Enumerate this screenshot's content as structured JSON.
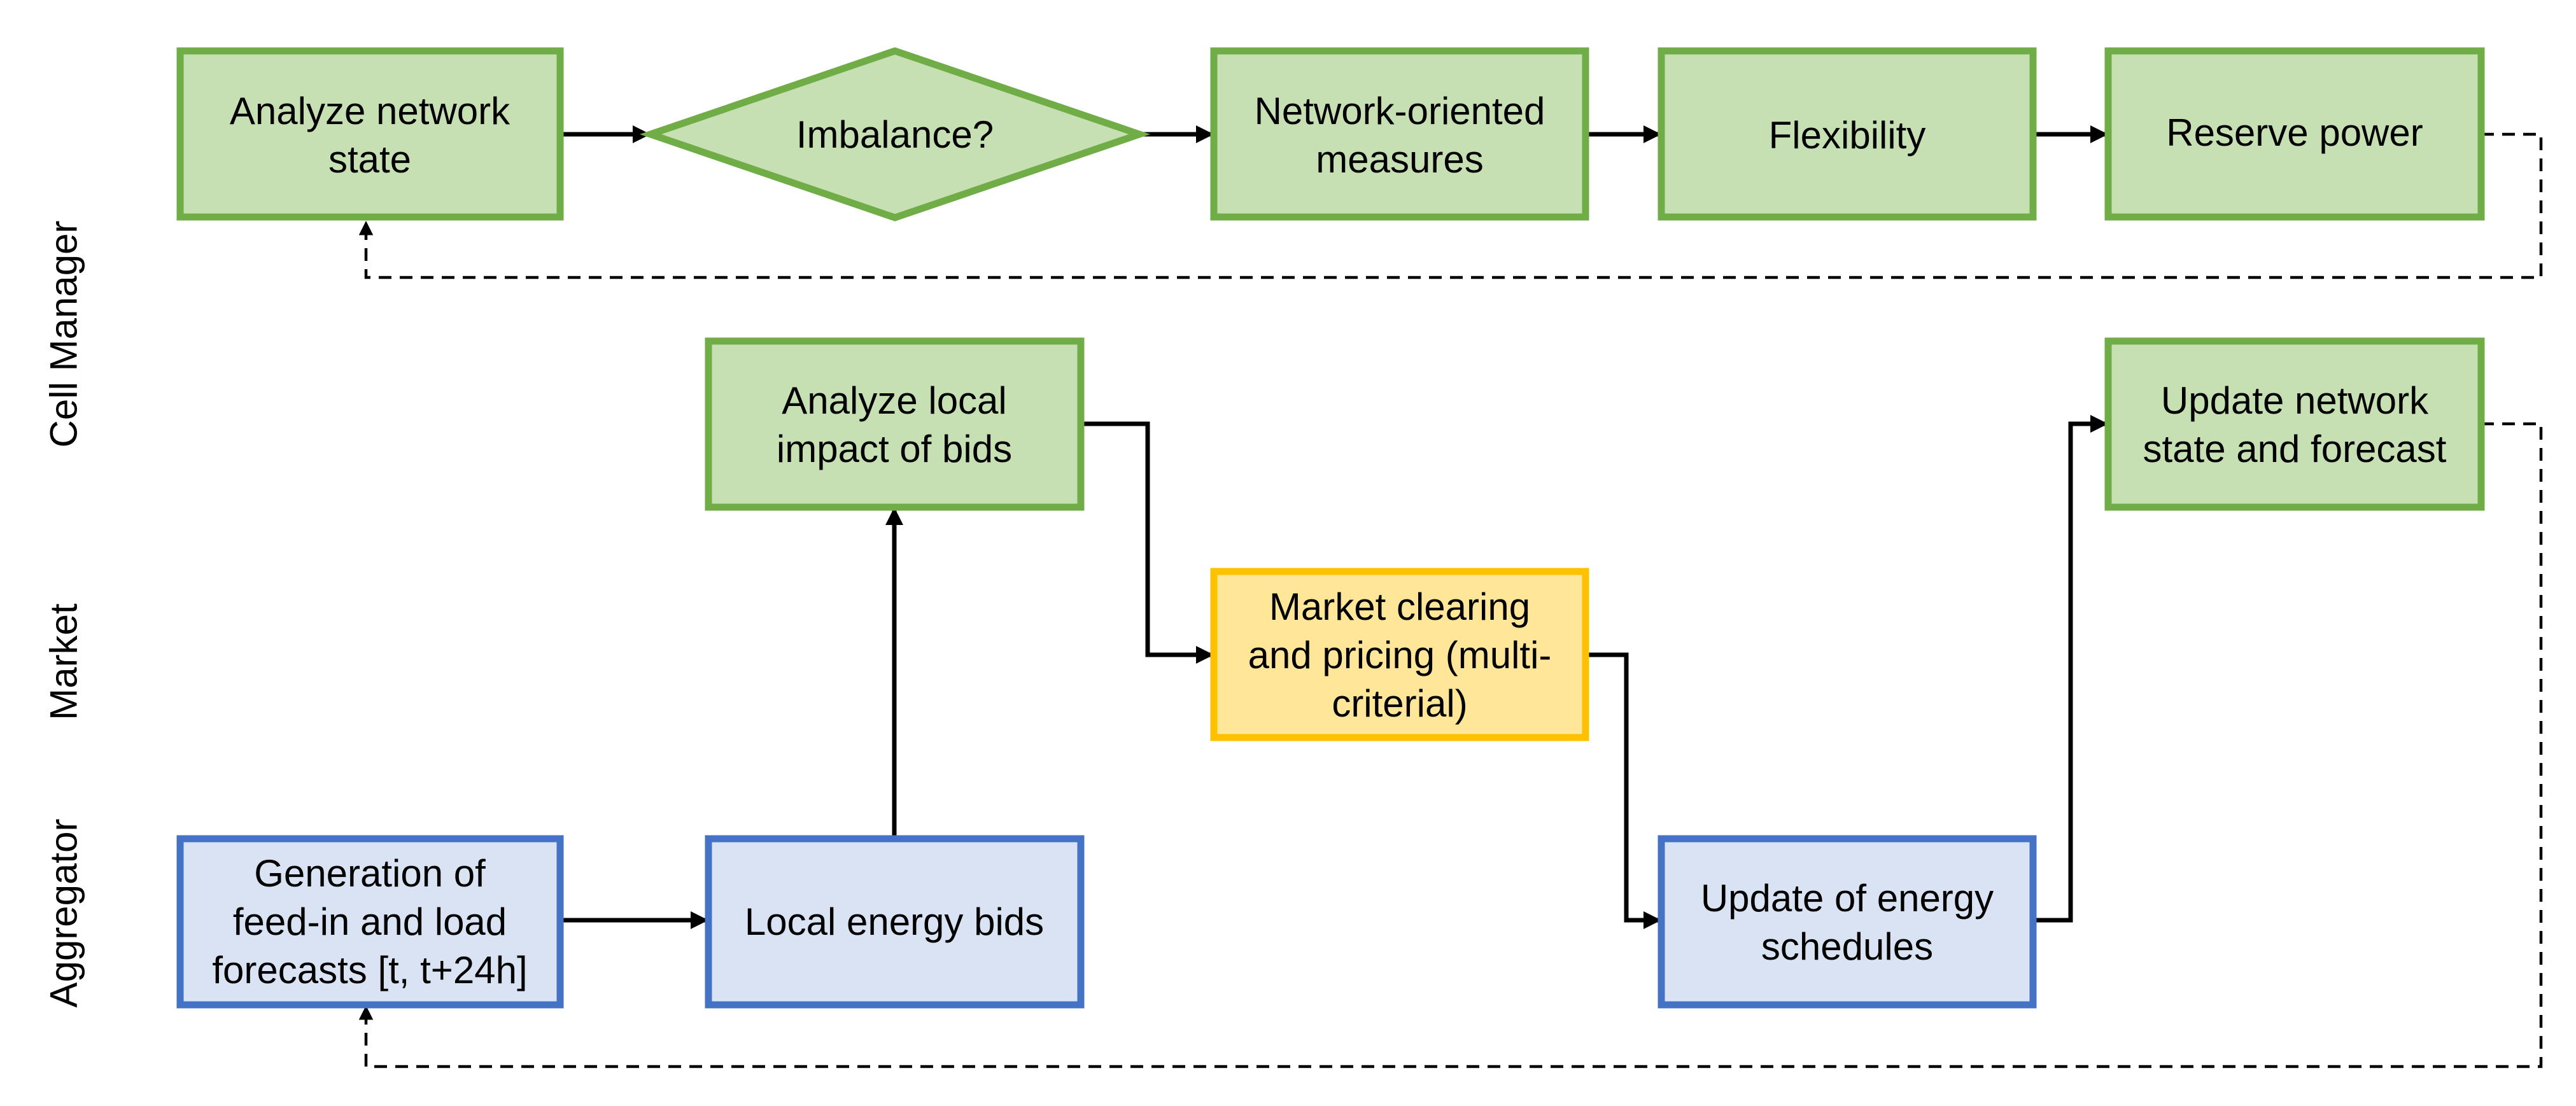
{
  "lanes": {
    "cell_manager": "Cell Manager",
    "market": "Market",
    "aggregator": "Aggregator"
  },
  "colors": {
    "green_fill": "#c6e0b4",
    "green_stroke": "#70ad47",
    "blue_fill": "#dae3f3",
    "blue_stroke": "#4472c4",
    "yellow_fill": "#ffe699",
    "yellow_stroke": "#ffc000",
    "arrow": "#000000"
  },
  "nodes": {
    "analyze_network_state": [
      "Analyze network",
      "state"
    ],
    "imbalance": [
      "Imbalance?"
    ],
    "network_oriented_measures": [
      "Network-oriented",
      "measures"
    ],
    "flexibility": [
      "Flexibility"
    ],
    "reserve_power": [
      "Reserve power"
    ],
    "analyze_local_impact": [
      "Analyze local",
      "impact of bids"
    ],
    "update_network_state": [
      "Update network",
      "state and forecast"
    ],
    "market_clearing": [
      "Market clearing",
      "and pricing (multi-",
      "criterial)"
    ],
    "generation_forecasts": [
      "Generation of",
      "feed-in and load",
      "forecasts [t, t+24h]"
    ],
    "local_energy_bids": [
      "Local energy bids"
    ],
    "update_energy_schedules": [
      "Update of energy",
      "schedules"
    ]
  }
}
